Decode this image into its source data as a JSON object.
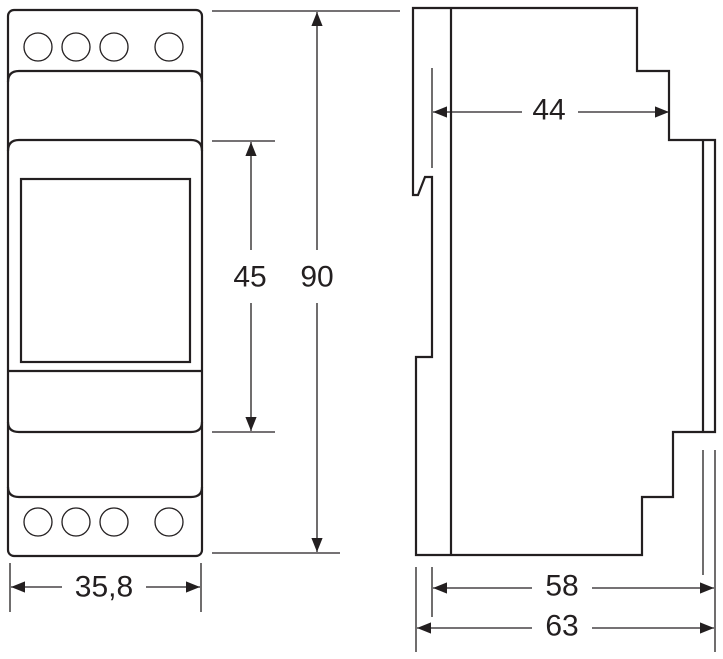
{
  "front_view": {
    "width_label": "35,8",
    "height_label": "90",
    "module_height_label": "45",
    "terminals_top": 4,
    "terminals_bottom": 4
  },
  "side_view": {
    "depth_label": "44",
    "depth_body_label": "58",
    "depth_total_label": "63"
  },
  "colors": {
    "line": "#231f20",
    "background": "#ffffff"
  }
}
